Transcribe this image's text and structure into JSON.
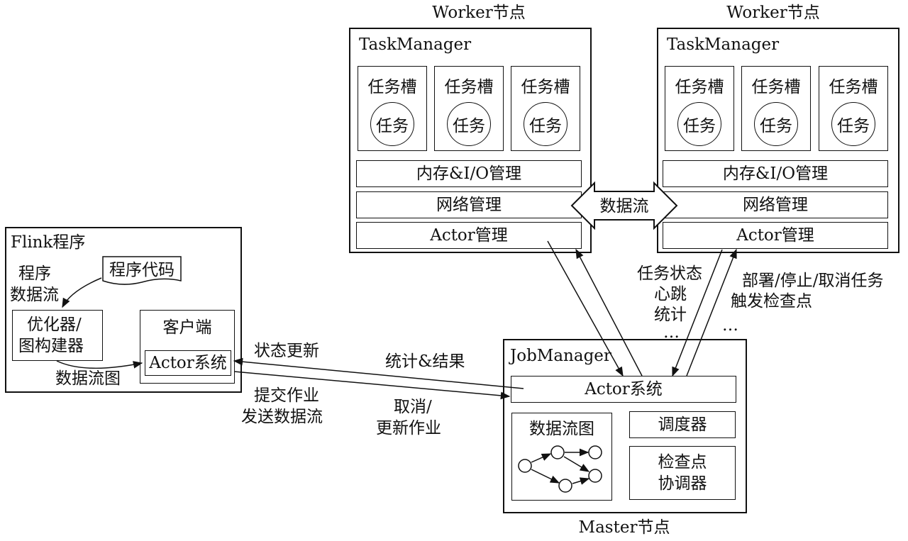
{
  "colors": {
    "line": "#111111",
    "background": "#ffffff"
  },
  "worker_left": {
    "title": "Worker节点",
    "taskmanager": "TaskManager",
    "slots": [
      {
        "label": "任务槽",
        "task": "任务"
      },
      {
        "label": "任务槽",
        "task": "任务"
      },
      {
        "label": "任务槽",
        "task": "任务"
      }
    ],
    "memory": "内存&I/O管理",
    "network": "网络管理",
    "actor": "Actor管理"
  },
  "worker_right": {
    "title": "Worker节点",
    "taskmanager": "TaskManager",
    "slots": [
      {
        "label": "任务槽",
        "task": "任务"
      },
      {
        "label": "任务槽",
        "task": "任务"
      },
      {
        "label": "任务槽",
        "task": "任务"
      }
    ],
    "memory": "内存&I/O管理",
    "network": "网络管理",
    "actor": "Actor管理"
  },
  "dataflow_arrow": "数据流",
  "flink_program": {
    "title": "Flink程序",
    "program_dataflow": [
      "程序",
      "数据流"
    ],
    "program_code": "程序代码",
    "optimizer": [
      "优化器/",
      "图构建器"
    ],
    "dataflow_graph": "数据流图",
    "client": "客户端",
    "actor_system": "Actor系统"
  },
  "client_jobmanager": {
    "status_update": "状态更新",
    "stats_results": "统计&结果",
    "submit": [
      "提交作业",
      "发送数据流"
    ],
    "cancel": [
      "取消/",
      "更新作业"
    ]
  },
  "worker_master": {
    "left": [
      "任务状态",
      "心跳",
      "统计",
      "…"
    ],
    "right": [
      "部署/停止/取消任务",
      "触发检查点",
      "…"
    ]
  },
  "master": {
    "jobmanager": "JobManager",
    "actor_system": "Actor系统",
    "dataflow_graph": "数据流图",
    "scheduler": "调度器",
    "checkpoint": [
      "检查点",
      "协调器"
    ],
    "title": "Master节点"
  }
}
